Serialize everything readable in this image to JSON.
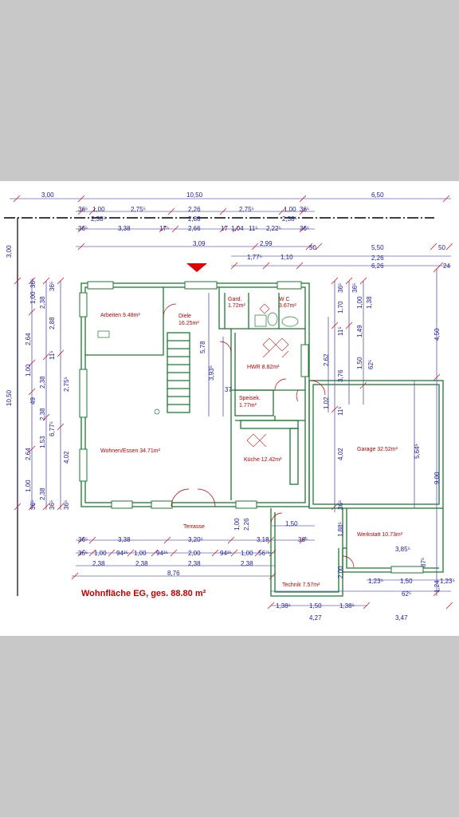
{
  "drawing": {
    "summary": "Wohnfläche EG, ges. 88.80 m²",
    "terrace_label": "Terrasse",
    "rooms": [
      {
        "key": "arbeiten",
        "line1": "Arbeiten 9.48m²",
        "line2": ""
      },
      {
        "key": "diele",
        "line1": "Diele",
        "line2": "16.25m²"
      },
      {
        "key": "gard",
        "line1": "Gard.",
        "line2": "1.72m²"
      },
      {
        "key": "wc",
        "line1": "W C",
        "line2": "3.67m²"
      },
      {
        "key": "hwr",
        "line1": "HWR 8.82m²",
        "line2": ""
      },
      {
        "key": "speisek",
        "line1": "Speisek.",
        "line2": "1.77m²"
      },
      {
        "key": "wohnen",
        "line1": "Wohnen/Essen 34.71m²",
        "line2": ""
      },
      {
        "key": "kueche",
        "line1": "Küche 12.42m²",
        "line2": ""
      },
      {
        "key": "garage",
        "line1": "Garage 32.52m²",
        "line2": ""
      },
      {
        "key": "werkstatt",
        "line1": "Werkstatt 10.73m²",
        "line2": ""
      },
      {
        "key": "technik",
        "line1": "Technik  7.57m²",
        "line2": ""
      }
    ],
    "top_dims": {
      "row1": [
        "3,00",
        "10,50",
        "6,50"
      ],
      "row2": [
        "36⁵",
        "1,00",
        "2,75⁵",
        "2,26",
        "2,75⁵",
        "1,00",
        "36⁵"
      ],
      "row3": [
        "2,38⁵",
        "2,88",
        "2,38⁵"
      ],
      "row4": [
        "36⁵",
        "3,38",
        "17⁵",
        "2,66",
        "17",
        "1,04",
        "11⁵",
        "2,22⁵",
        "36⁵"
      ],
      "row5": [
        "3,09",
        "2,99",
        "50",
        "5,50",
        "50"
      ],
      "row6": [
        "1,77⁵",
        "1,10",
        "2,26",
        "6,26",
        "24"
      ]
    },
    "left_dims": {
      "outer": [
        "3,00",
        "10,50"
      ],
      "col1": [
        "2,64",
        "1,00",
        "2,64",
        "1,00"
      ],
      "col2": [
        "1,00",
        "36⁵",
        "2,38",
        "2,38",
        "2,38",
        "1,53",
        "2,38",
        "49",
        "36⁵",
        "36⁵"
      ],
      "col3": [
        "2,88",
        "11⁵",
        "2,75⁵",
        "6,77⁵",
        "4,02",
        "36⁵",
        "36⁵"
      ],
      "col4": [
        "5,78",
        "3,93⁵",
        "37"
      ]
    },
    "right_dims": [
      "36⁵",
      "1,70",
      "36⁵",
      "1,00",
      "1,38",
      "4,50",
      "1,49",
      "3,76",
      "11⁵",
      "2,62",
      "1,50",
      "62⁵",
      "1,02",
      "11⁵",
      "4,02",
      "5,64⁵",
      "9,00",
      "36⁵",
      "1,88⁵",
      "2,00",
      "87⁵",
      "3,85⁵",
      "1,24",
      "1,23⁵",
      "1,50",
      "1,23⁵",
      "62⁵"
    ],
    "bottom_dims": {
      "row1": [
        "36⁵",
        "3,38",
        "3,20⁵",
        "3,18",
        "36⁵",
        "1,50"
      ],
      "row2": [
        "36⁵",
        "1,00",
        "94²⁵",
        "1,00",
        "94²⁵",
        "2,00",
        "94²⁵",
        "1,00",
        "56⁷⁵"
      ],
      "row3": [
        "2,38",
        "2,38",
        "2,38",
        "2,38"
      ],
      "row4": [
        "8,76"
      ],
      "row5": [
        "1,38⁵",
        "1,50",
        "1,38⁵"
      ],
      "row6": [
        "4,27",
        "3,47"
      ],
      "misc": [
        "1,00",
        "2,26"
      ]
    },
    "colors": {
      "wall": "#1e7a32",
      "dimension": "#1a1aa0",
      "dim_tick": "#e01010",
      "room_label": "#c00000",
      "axis": "#000000",
      "marker": "#e00000",
      "hatch": "#d02020"
    }
  }
}
